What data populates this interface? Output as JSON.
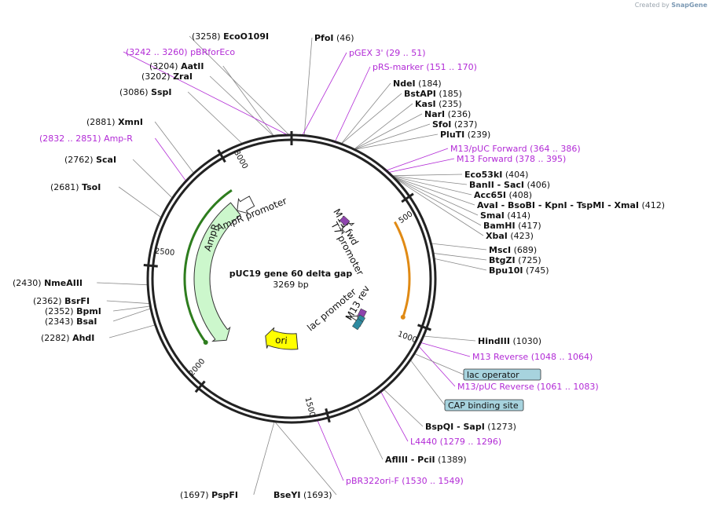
{
  "credit": {
    "prefix": "Created by",
    "brand": "SnapGene"
  },
  "plasmid": {
    "name": "pUC19 gene 60 delta gap",
    "length": 3269,
    "length_label": "3269 bp"
  },
  "ruler": [
    {
      "pos": 500,
      "label": "500"
    },
    {
      "pos": 1000,
      "label": "1000"
    },
    {
      "pos": 1500,
      "label": "1500"
    },
    {
      "pos": 2000,
      "label": "2000"
    },
    {
      "pos": 2500,
      "label": "2500"
    },
    {
      "pos": 3000,
      "label": "3000"
    }
  ],
  "features": [
    {
      "name": "AmpR promoter",
      "label": "AmpR promoter",
      "start": 2919,
      "end": 3023,
      "color": "#ffffff",
      "strand": -1
    },
    {
      "name": "AmpR",
      "label": "AmpR",
      "start": 2058,
      "end": 2918,
      "color": "#ccf7cc",
      "strand": -1
    },
    {
      "name": "ori",
      "label": "ori",
      "start": 1589,
      "end": 1857,
      "color": "#ffff00",
      "strand": 1
    },
    {
      "name": "T7 promoter",
      "label": "T7 promoter",
      "start": 393,
      "end": 411,
      "color": "#ffffff",
      "strand": -1
    },
    {
      "name": "lac promoter",
      "label": "lac promoter",
      "start": 1085,
      "end": 1115,
      "color": "#ffffff",
      "strand": -1
    }
  ],
  "orfs": [
    {
      "start": 2120,
      "end": 2960,
      "color": "#2e7d1e",
      "strand": -1
    },
    {
      "start": 555,
      "end": 990,
      "color": "#e08a14",
      "strand": 1
    }
  ],
  "sites": [
    {
      "name": "PfoI",
      "loc": "(46)",
      "kind": "enzyme",
      "pos": 46
    },
    {
      "name": "NdeI",
      "loc": "(184)",
      "kind": "enzyme",
      "pos": 184
    },
    {
      "name": "BstAPI",
      "loc": "(185)",
      "kind": "enzyme",
      "pos": 185
    },
    {
      "name": "KasI",
      "loc": "(235)",
      "kind": "enzyme",
      "pos": 235
    },
    {
      "name": "NarI",
      "loc": "(236)",
      "kind": "enzyme",
      "pos": 236
    },
    {
      "name": "SfoI",
      "loc": "(237)",
      "kind": "enzyme",
      "pos": 237
    },
    {
      "name": "PluTI",
      "loc": "(239)",
      "kind": "enzyme",
      "pos": 239
    },
    {
      "name": "Eco53kI",
      "loc": "(404)",
      "kind": "enzyme",
      "pos": 404
    },
    {
      "name": "BanII  -  SacI",
      "loc": "(406)",
      "kind": "enzyme",
      "pos": 406
    },
    {
      "name": "Acc65I",
      "loc": "(408)",
      "kind": "enzyme",
      "pos": 408
    },
    {
      "name": "AvaI  -  BsoBI  -  KpnI  -  TspMI  -  XmaI",
      "loc": "(412)",
      "kind": "enzyme",
      "pos": 412
    },
    {
      "name": "SmaI",
      "loc": "(414)",
      "kind": "enzyme",
      "pos": 414
    },
    {
      "name": "BamHI",
      "loc": "(417)",
      "kind": "enzyme",
      "pos": 417
    },
    {
      "name": "XbaI",
      "loc": "(423)",
      "kind": "enzyme",
      "pos": 423
    },
    {
      "name": "MscI",
      "loc": "(689)",
      "kind": "enzyme",
      "pos": 689
    },
    {
      "name": "BtgZI",
      "loc": "(725)",
      "kind": "enzyme",
      "pos": 725
    },
    {
      "name": "Bpu10I",
      "loc": "(745)",
      "kind": "enzyme",
      "pos": 745
    },
    {
      "name": "HindIII",
      "loc": "(1030)",
      "kind": "enzyme",
      "pos": 1030
    },
    {
      "name": "BspQI  -  SapI",
      "loc": "(1273)",
      "kind": "enzyme",
      "pos": 1273
    },
    {
      "name": "AflIII  -  PciI",
      "loc": "(1389)",
      "kind": "enzyme",
      "pos": 1389
    },
    {
      "name": "BseYI",
      "loc": "(1693)",
      "kind": "enzyme",
      "pos": 1693
    },
    {
      "name": "PspFI",
      "loc": "(1697)",
      "kind": "enzyme",
      "pos": 1697
    },
    {
      "name": "AhdI",
      "loc": "(2282)",
      "kind": "enzyme",
      "pos": 2282
    },
    {
      "name": "BsaI",
      "loc": "(2343)",
      "kind": "enzyme",
      "pos": 2343
    },
    {
      "name": "BpmI",
      "loc": "(2352)",
      "kind": "enzyme",
      "pos": 2352
    },
    {
      "name": "BsrFI",
      "loc": "(2362)",
      "kind": "enzyme",
      "pos": 2362
    },
    {
      "name": "NmeAIII",
      "loc": "(2430)",
      "kind": "enzyme",
      "pos": 2430
    },
    {
      "name": "TsoI",
      "loc": "(2681)",
      "kind": "enzyme",
      "pos": 2681
    },
    {
      "name": "ScaI",
      "loc": "(2762)",
      "kind": "enzyme",
      "pos": 2762
    },
    {
      "name": "XmnI",
      "loc": "(2881)",
      "kind": "enzyme",
      "pos": 2881
    },
    {
      "name": "SspI",
      "loc": "(3086)",
      "kind": "enzyme",
      "pos": 3086
    },
    {
      "name": "ZraI",
      "loc": "(3202)",
      "kind": "enzyme",
      "pos": 3202
    },
    {
      "name": "AatII",
      "loc": "(3204)",
      "kind": "enzyme",
      "pos": 3204
    },
    {
      "name": "EcoO109I",
      "loc": "(3258)",
      "kind": "enzyme",
      "pos": 3258
    },
    {
      "name": "pGEX 3'",
      "loc": "(29 .. 51)",
      "kind": "primer",
      "pos": 40
    },
    {
      "name": "pRS-marker",
      "loc": "(151 .. 170)",
      "kind": "primer",
      "pos": 160
    },
    {
      "name": "M13/pUC Forward",
      "loc": "(364 .. 386)",
      "kind": "primer",
      "pos": 375
    },
    {
      "name": "M13 Forward",
      "loc": "(378 .. 395)",
      "kind": "primer",
      "pos": 386
    },
    {
      "name": "M13 Reverse",
      "loc": "(1048 .. 1064)",
      "kind": "primer",
      "pos": 1056
    },
    {
      "name": "M13/pUC Reverse",
      "loc": "(1061 .. 1083)",
      "kind": "primer",
      "pos": 1072
    },
    {
      "name": "L4440",
      "loc": "(1279 .. 1296)",
      "kind": "primer",
      "pos": 1287
    },
    {
      "name": "pBR322ori-F",
      "loc": "(1530 .. 1549)",
      "kind": "primer",
      "pos": 1540
    },
    {
      "name": "Amp-R",
      "loc": "(2832 .. 2851)",
      "kind": "primer",
      "pos": 2841
    },
    {
      "name": "pBRforEco",
      "loc": "(3242 .. 3260)",
      "kind": "primer",
      "pos": 3251
    }
  ],
  "boxed_features": [
    {
      "name": "lac operator",
      "pos": 1102
    },
    {
      "name": "CAP binding site",
      "pos": 1130
    }
  ],
  "inner_labels": [
    {
      "text": "M13 fwd",
      "pos": 386
    },
    {
      "text": "M13 rev",
      "pos": 1056
    }
  ]
}
